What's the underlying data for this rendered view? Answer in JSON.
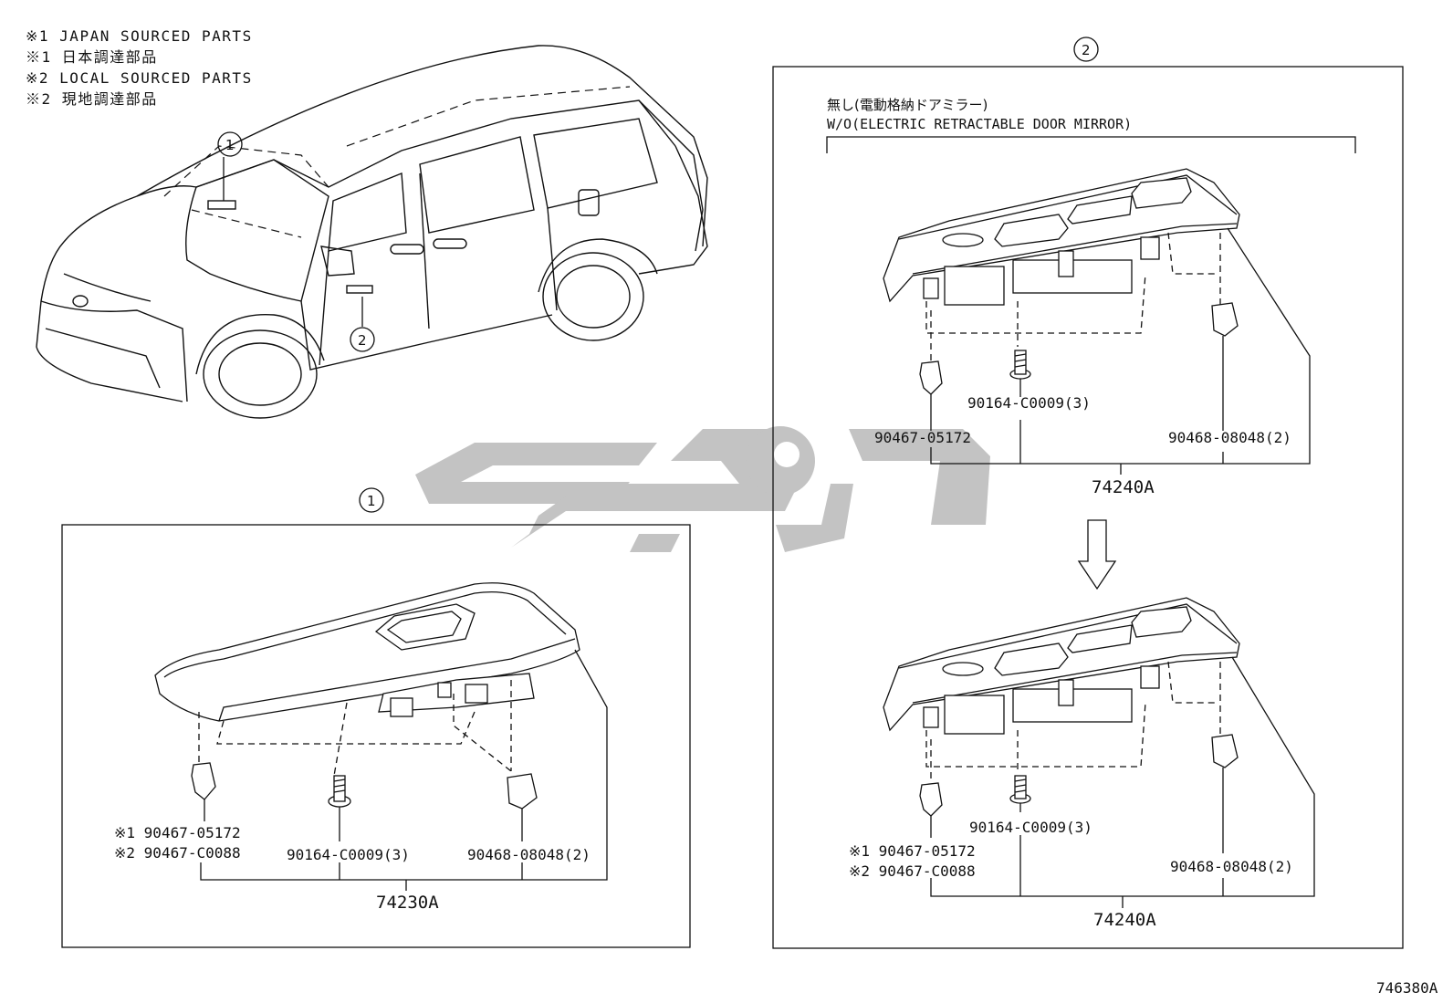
{
  "notes": [
    "※1 JAPAN SOURCED PARTS",
    "※1 日本調達部品",
    "※2 LOCAL SOURCED PARTS",
    "※2 現地調達部品"
  ],
  "callouts": {
    "one": "1",
    "two": "2"
  },
  "panel_left": {
    "parts": {
      "clip_j": "※1 90467-05172",
      "clip_l": "※2 90467-C0088",
      "screw": "90164-C0009(3)",
      "clip2": "90468-08048(2)"
    },
    "assembly": "74230A"
  },
  "panel_right": {
    "condition_jp": "無し(電動格納ドアミラー)",
    "condition_en": "W/O(ELECTRIC RETRACTABLE DOOR MIRROR)",
    "top": {
      "clip": "90467-05172",
      "screw": "90164-C0009(3)",
      "clip2": "90468-08048(2)",
      "assembly": "74240A"
    },
    "bottom": {
      "clip_j": "※1 90467-05172",
      "clip_l": "※2 90467-C0088",
      "screw": "90164-C0009(3)",
      "clip2": "90468-08048(2)",
      "assembly": "74240A"
    }
  },
  "illustration_code": "746380A",
  "icons": [
    "minivan-illustration",
    "down-arrow-icon",
    "watermark-logo"
  ]
}
